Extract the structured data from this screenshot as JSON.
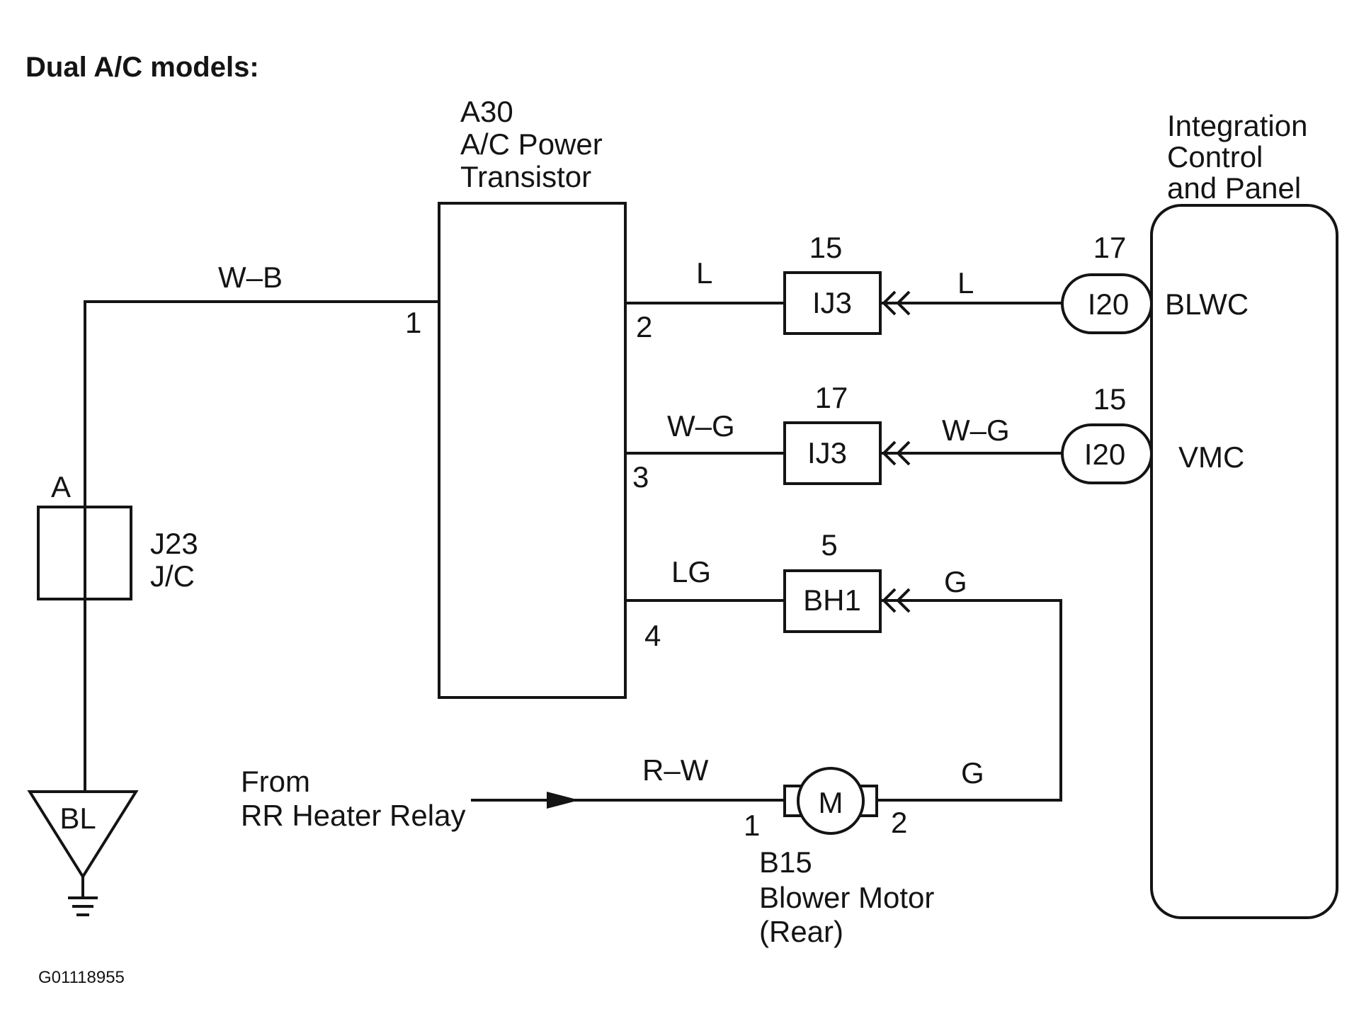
{
  "title": "Dual A/C models:",
  "figure_id": "G01118955",
  "components": {
    "power_transistor": {
      "code": "A30",
      "name_line1": "A/C Power",
      "name_line2": "Transistor"
    },
    "junction_connector": {
      "code": "J23",
      "name": "J/C",
      "pin": "A"
    },
    "ground": {
      "code": "BL"
    },
    "integration_panel": {
      "line1": "Integration",
      "line2": "Control",
      "line3": "and Panel"
    },
    "blower_motor": {
      "code": "B15",
      "name_line1": "Blower Motor",
      "name_line2": "(Rear)",
      "symbol": "M",
      "pin_in": "1",
      "pin_out": "2"
    }
  },
  "source": {
    "line1": "From",
    "line2": "RR Heater Relay"
  },
  "pins": {
    "p1": "1",
    "p2": "2",
    "p3": "3",
    "p4": "4"
  },
  "wires": {
    "wb": "W–B",
    "l_left": "L",
    "l_right": "L",
    "wg_left": "W–G",
    "wg_right": "W–G",
    "lg": "LG",
    "g_upper": "G",
    "g_lower": "G",
    "rw": "R–W"
  },
  "connectors": {
    "ij3_top": {
      "code": "IJ3",
      "pin": "15"
    },
    "ij3_mid": {
      "code": "IJ3",
      "pin": "17"
    },
    "bh1": {
      "code": "BH1",
      "pin": "5"
    },
    "i20_top": {
      "code": "I20",
      "pin": "17",
      "signal": "BLWC"
    },
    "i20_mid": {
      "code": "I20",
      "pin": "15",
      "signal": "VMC"
    }
  }
}
